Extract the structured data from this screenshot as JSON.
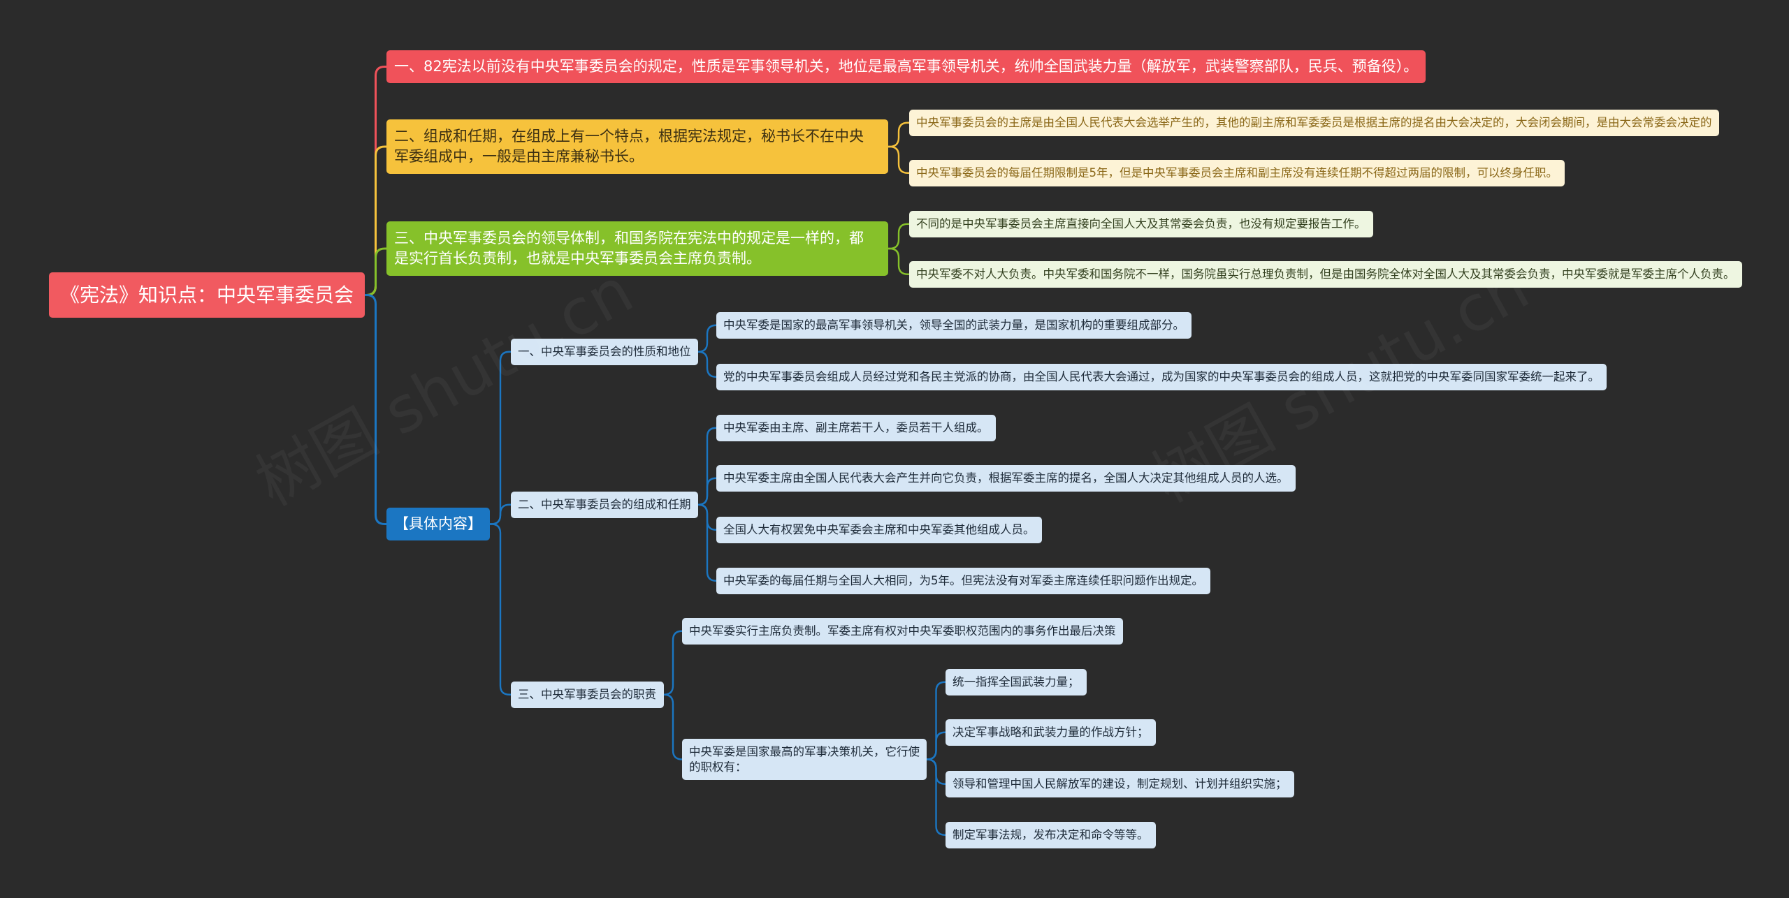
{
  "mindmap": {
    "root": {
      "label": "《宪法》知识点：中央军事委员会"
    },
    "branches": [
      {
        "label": "一、82宪法以前没有中央军事委员会的规定，性质是军事领导机关，地位是最高军事领导机关，统帅全国武装力量（解放军，武装警察部队，民兵、预备役）。"
      },
      {
        "label": "二、组成和任期，在组成上有一个特点，根据宪法规定，秘书长不在中央军委组成中，一般是由主席兼秘书长。",
        "children": [
          {
            "label": "中央军事委员会的主席是由全国人民代表大会选举产生的，其他的副主席和军委委员是根据主席的提名由大会决定的，大会闭会期间，是由大会常委会决定的"
          },
          {
            "label": "中央军事委员会的每届任期限制是5年，但是中央军事委员会主席和副主席没有连续任期不得超过两届的限制，可以终身任职。"
          }
        ]
      },
      {
        "label": "三、中央军事委员会的领导体制，和国务院在宪法中的规定是一样的，都是实行首长负责制，也就是中央军事委员会主席负责制。",
        "children": [
          {
            "label": "不同的是中央军事委员会主席直接向全国人大及其常委会负责，也没有规定要报告工作。"
          },
          {
            "label": "中央军委不对人大负责。中央军委和国务院不一样，国务院虽实行总理负责制，但是由国务院全体对全国人大及其常委会负责，中央军委就是军委主席个人负责。"
          }
        ]
      },
      {
        "label": "【具体内容】",
        "children": [
          {
            "label": "一、中央军事委员会的性质和地位",
            "children": [
              {
                "label": "中央军委是国家的最高军事领导机关，领导全国的武装力量，是国家机构的重要组成部分。"
              },
              {
                "label": "党的中央军事委员会组成人员经过党和各民主党派的协商，由全国人民代表大会通过，成为国家的中央军事委员会的组成人员，这就把党的中央军委同国家军委统一起来了。"
              }
            ]
          },
          {
            "label": "二、中央军事委员会的组成和任期",
            "children": [
              {
                "label": "中央军委由主席、副主席若干人，委员若干人组成。"
              },
              {
                "label": "中央军委主席由全国人民代表大会产生并向它负责，根据军委主席的提名，全国人大决定其他组成人员的人选。"
              },
              {
                "label": "全国人大有权罢免中央军委会主席和中央军委其他组成人员。"
              },
              {
                "label": "中央军委的每届任期与全国人大相同，为5年。但宪法没有对军委主席连续任职问题作出规定。"
              }
            ]
          },
          {
            "label": "三、中央军事委员会的职责",
            "children": [
              {
                "label": "中央军委实行主席负责制。军委主席有权对中央军委职权范围内的事务作出最后决策"
              },
              {
                "label": "中央军委是国家最高的军事决策机关，它行使的职权有：",
                "children": [
                  {
                    "label": "统一指挥全国武装力量；"
                  },
                  {
                    "label": "决定军事战略和武装力量的作战方针；"
                  },
                  {
                    "label": "领导和管理中国人民解放军的建设，制定规划、计划并组织实施；"
                  },
                  {
                    "label": "制定军事法规，发布决定和命令等等。"
                  }
                ]
              }
            ]
          }
        ]
      }
    ]
  },
  "watermark": "树图 shutu.cn",
  "colors": {
    "background": "#2b2b2b",
    "root_bg": "#f15a60",
    "root_text": "#ffffff",
    "branch1": "#f0525a",
    "branch1_text": "#ffffff",
    "branch2": "#f6c23c",
    "branch2_text": "#3b2f12",
    "branch2_leaf_bg": "#fdf3d6",
    "branch2_leaf_text": "#8a6717",
    "branch3": "#86c12a",
    "branch3_text": "#ffffff",
    "branch3_leaf_bg": "#eef6e1",
    "branch3_leaf_text": "#33401f",
    "branch4": "#1b76c2",
    "branch4_text": "#ffffff",
    "branch4_leaf_bg": "#d6e6f5",
    "branch4_leaf_text": "#1d2a38"
  }
}
